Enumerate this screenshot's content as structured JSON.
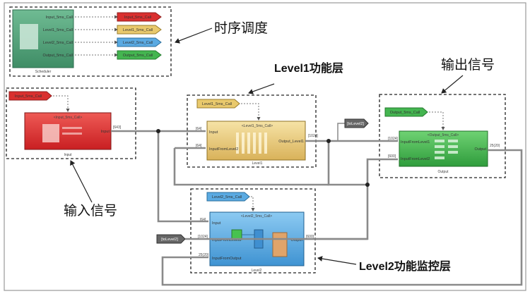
{
  "scheduler": {
    "label": "Scheduler",
    "ports": [
      "Input_5ms_Call",
      "Level1_5ms_Call",
      "Level2_5ms_Call",
      "Output_5ms_Call"
    ],
    "tags": [
      "Input_5ms_Call",
      "Level1_5ms_Call",
      "Level2_5ms_Call",
      "Output_5ms_Call"
    ]
  },
  "callouts": {
    "timing": "时序调度",
    "level1": "Level1功能层",
    "output": "输出信号",
    "input": "输入信号",
    "level2": "Level2功能监控层"
  },
  "input_block": {
    "trigger_tag": "Input_5ms_Call",
    "header": "<Input_5ms_Call>",
    "out_port": "Input",
    "label": "Input",
    "signal": "[643]"
  },
  "level1_block": {
    "trigger_tag": "Level1_5ms_Call",
    "header": "<Level1_5ms_Call>",
    "in_ports": [
      "Input",
      "InputFromLevel2"
    ],
    "in_signals": [
      "[64]",
      "[64]"
    ],
    "out_port": "Output_Level1",
    "out_signal": "[1024]",
    "label": "Level1",
    "goto_tag": "[toLevel2]"
  },
  "output_block": {
    "trigger_tag": "Output_5ms_Call",
    "header": "<Output_5ms_Call>",
    "in_ports": [
      "InputFromLevel1",
      "InputFromLevel2"
    ],
    "in_signals": [
      "[1024]",
      "[600]"
    ],
    "out_port": "Output",
    "out_signal": "25(20)",
    "label": "Output"
  },
  "level2_block": {
    "trigger_tag": "Level2_5ms_Call",
    "header": "<Level2_5ms_Call>",
    "in_ports": [
      "Input",
      "InputFromLevel1",
      "InputFromOutput"
    ],
    "in_signals": [
      "[64]",
      "[1024]",
      "25(20)"
    ],
    "out_port": "Output",
    "out_signal": "[600]",
    "label": "Level2",
    "from_tag": "[toLevel2]"
  },
  "colors": {
    "scheduler": "#4e9e77",
    "input_block": "#d8302f",
    "level1_block": "#e8c97a",
    "output_block": "#3fb04f",
    "level2_block": "#57a9e0",
    "wire": "#8a8a8a"
  }
}
